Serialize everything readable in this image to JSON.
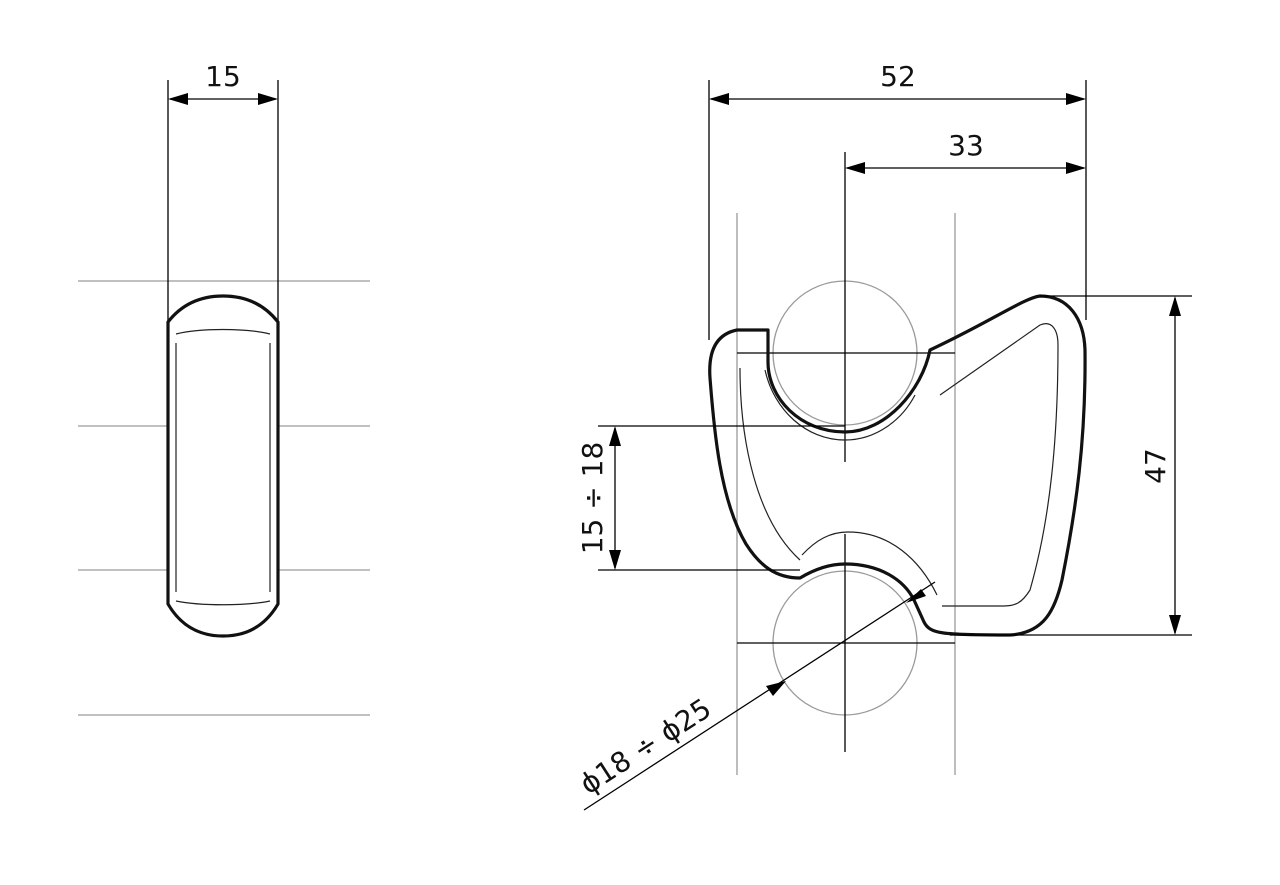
{
  "drawing": {
    "dimensions": {
      "side_width": "15",
      "overall_width": "52",
      "offset_width": "33",
      "overall_height": "47",
      "gap_range": "15 ÷ 18",
      "diameter_range": "ϕ18 ÷ ϕ25"
    }
  }
}
